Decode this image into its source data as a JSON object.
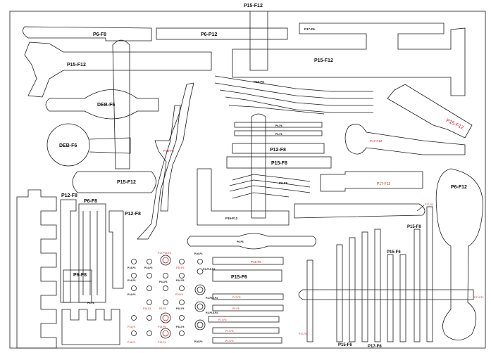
{
  "colors": {
    "line": "#1a1a1a",
    "accent": "#d42020",
    "background": "#ffffff"
  },
  "labels": {
    "top_center": "P15-F12",
    "top_left_bar": "P6-F8",
    "top_mid_bar": "P6-P12",
    "top_right_small": "P17-F6",
    "right_hook": "P15-F12",
    "left_wrench": "P15-F12",
    "waves_top": "P16-F6",
    "deb_upper": "DEB-F6",
    "deb_lower": "DEB-F6",
    "diag_red": "P15-F8",
    "diag_right": "P15-F12",
    "dogbone_red": "P17-F12",
    "small_bar_1": "P6-F6",
    "small_bar_2": "P6-F6",
    "bar_p12": "P12-F8",
    "bar_p15": "P15-F8",
    "waves_mid": "P6-F6",
    "red_mid_right": "P17-F12",
    "left_p15": "P15-F12",
    "key_left": "P12-F8",
    "key_p6": "P6-F8",
    "key_right": "P12-F8",
    "l_shape": "P15-F12",
    "slot_p6": "P6-F6",
    "big_spoon": "P6-F12",
    "red_tiny_right": "P17-F6",
    "tall_p15": "P15-F8",
    "mid_p15": "P15-F6",
    "bottom_p15": "P15-F6",
    "bottom_p17": "P17-F6",
    "lower_p15_red": "P15-F6",
    "lower_p15": "P15-F6",
    "lower_p6": "P6-F8",
    "comb_small": "P6-F8",
    "red_right_edge": "P17-F12",
    "red_left_low": "P17-F6",
    "strips_red": [
      "P17-F8",
      "P8-F8",
      "P17-F6",
      "P17-F8",
      "P17-F6"
    ],
    "circles_red": [
      "P17-P15-F4",
      "P15-F6",
      "P15-F4",
      "P14-F4",
      "P6-F6",
      "P14-F4",
      "P15-F6",
      "P15-F4",
      "P12-F4"
    ],
    "circles_black": [
      "P14-F4",
      "P14-F4",
      "P16-F4",
      "P14-F4",
      "P14-F4",
      "P14-F4",
      "P14-F4",
      "P14-F4",
      "P14-F4",
      "P3-P15-F4",
      "P3-P15-F4",
      "P3-P15-F4",
      "P16-F4"
    ]
  }
}
